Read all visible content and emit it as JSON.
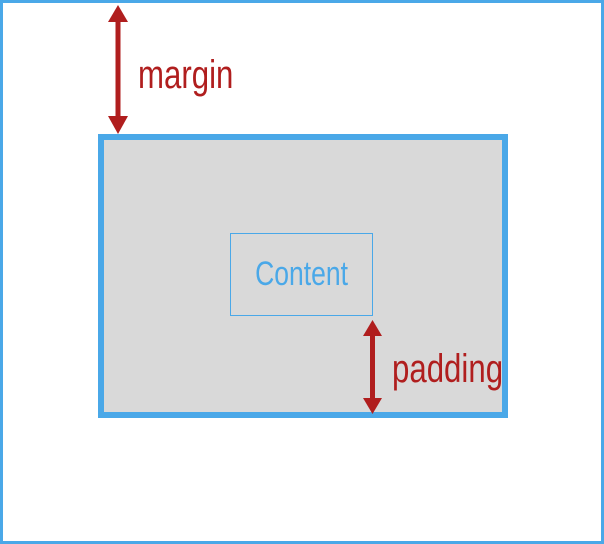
{
  "labels": {
    "margin": "margin",
    "padding": "padding",
    "content": "Content"
  },
  "colors": {
    "border_blue": "#4aa8e8",
    "box_fill": "#d9d9d9",
    "arrow_red": "#b01e1e",
    "background": "#ffffff"
  },
  "icons": {
    "margin_arrow": "double-headed-vertical-arrow",
    "padding_arrow": "double-headed-vertical-arrow"
  }
}
